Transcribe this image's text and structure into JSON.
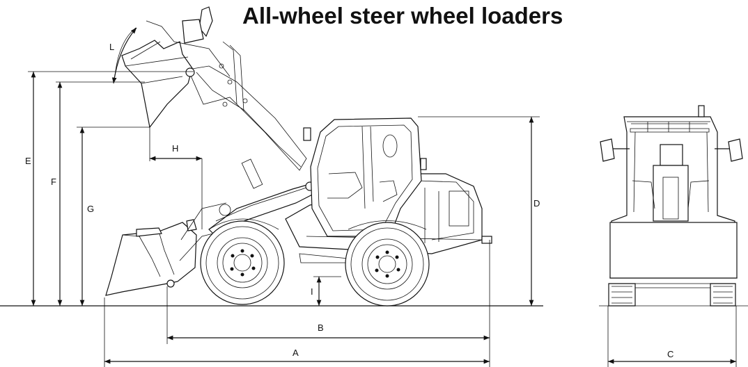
{
  "title": "All-wheel steer wheel loaders",
  "dimension_labels": {
    "A": "A",
    "B": "B",
    "C": "C",
    "D": "D",
    "E": "E",
    "F": "F",
    "G": "G",
    "H": "H",
    "I": "I",
    "L": "L"
  }
}
